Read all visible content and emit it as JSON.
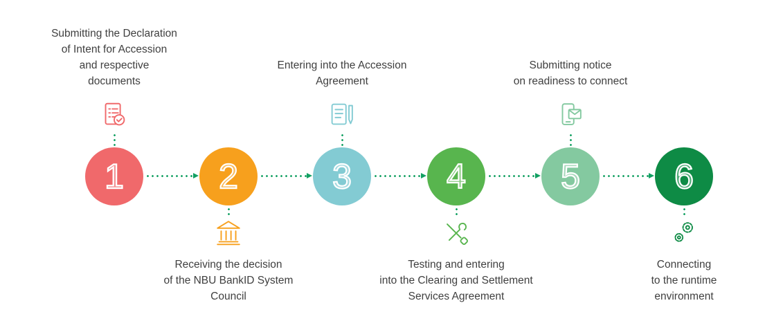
{
  "diagram": {
    "connector_color": "#12a062",
    "text_color": "#3f3f3f",
    "background": "#ffffff",
    "steps": [
      {
        "number": "1",
        "color": "#f0696b",
        "icon": "document-check-icon",
        "icon_side": "above",
        "label": "Submitting the Declaration\nof Intent for Accession\nand respective\ndocuments"
      },
      {
        "number": "2",
        "color": "#f7a01d",
        "icon": "bank-icon",
        "icon_side": "below",
        "label": "Receiving the decision\nof the NBU BankID System\nCouncil"
      },
      {
        "number": "3",
        "color": "#83cbd3",
        "icon": "document-pen-icon",
        "icon_side": "above",
        "label": "Entering into the Accession\nAgreement"
      },
      {
        "number": "4",
        "color": "#58b54e",
        "icon": "tools-icon",
        "icon_side": "below",
        "label": "Testing and entering\ninto the Clearing and Settlement\nServices Agreement"
      },
      {
        "number": "5",
        "color": "#84c9a0",
        "icon": "phone-envelope-icon",
        "icon_side": "above",
        "label": "Submitting notice\non readiness to connect"
      },
      {
        "number": "6",
        "color": "#0e8b45",
        "icon": "gears-icon",
        "icon_side": "below",
        "label": "Connecting\nto the runtime\nenvironment"
      }
    ]
  }
}
